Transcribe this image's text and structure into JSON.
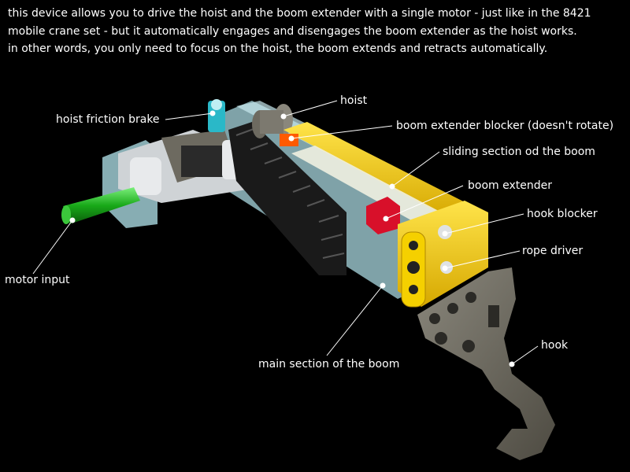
{
  "intro": {
    "line1": "this device allows you to drive the hoist and the boom extender with a single motor - just like in the 8421",
    "line2": "mobile crane set - but it automatically engages and disengages the boom extender as the hoist works.",
    "line3": "in other words, you only need to focus on the hoist, the boom extends and retracts automatically."
  },
  "labels": {
    "hoist": "hoist",
    "hoist_friction_brake": "hoist friction brake",
    "boom_extender_blocker": "boom extender blocker (doesn't rotate)",
    "sliding_section": "sliding section od the boom",
    "boom_extender": "boom extender",
    "hook_blocker": "hook blocker",
    "rope_driver": "rope driver",
    "motor_input": "motor input",
    "hook": "hook",
    "main_section": "main section of the boom"
  },
  "colors": {
    "background": "#000000",
    "text": "#ffffff",
    "transparent_blue": "#a9d8e0",
    "yellow": "#f5d000",
    "red": "#d8102a",
    "orange": "#ff5a00",
    "green": "#18a818",
    "gray": "#6d6a60",
    "chain": "#1a1a1a",
    "teal": "#2ab8c8"
  }
}
